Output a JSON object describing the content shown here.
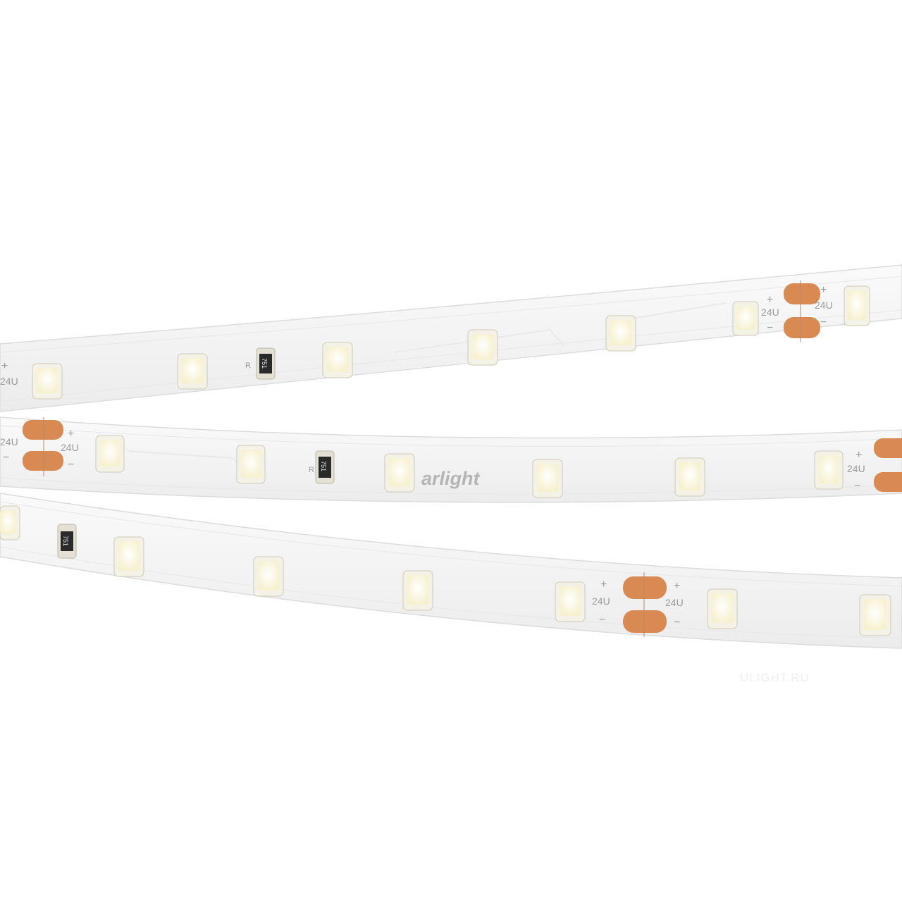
{
  "product": {
    "brand_label": "arlight",
    "voltage_label": "24U",
    "plus_sign": "+",
    "minus_sign": "−",
    "resistor_marker": "R",
    "resistor_code": "751"
  },
  "watermark": "ULIGHT.RU",
  "colors": {
    "background": "#ffffff",
    "tape": "#f3f3f3",
    "tape_edge": "#dedede",
    "copper_pad": "#d98a52",
    "led_body": "#f5f2ea",
    "led_phosphor": "#fbf7d8",
    "resistor": "#2a2a2a"
  }
}
